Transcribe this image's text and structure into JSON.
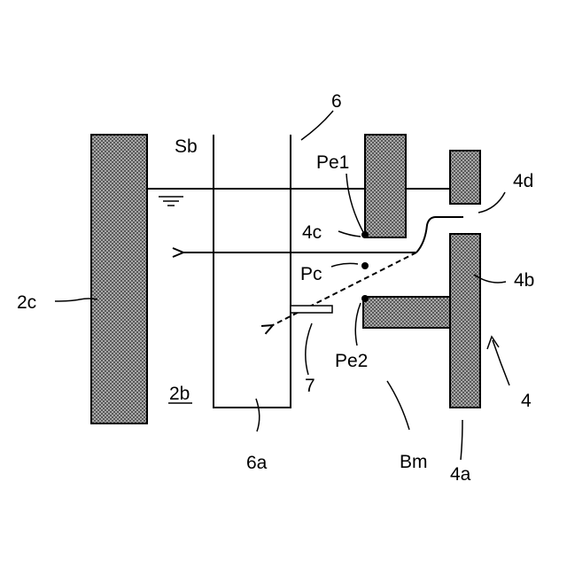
{
  "figure": {
    "labels": {
      "label_6": "6",
      "label_sb": "Sb",
      "label_pe1": "Pe1",
      "label_4d": "4d",
      "label_4c": "4c",
      "label_pc": "Pc",
      "label_4b": "4b",
      "label_2c": "2c",
      "label_7": "7",
      "label_pe2": "Pe2",
      "label_2b": "2b",
      "label_4": "4",
      "label_6a": "6a",
      "label_bm": "Bm",
      "label_4a": "4a"
    }
  },
  "colors": {
    "hatch_fill": "#8c8c8c",
    "stroke": "#000000",
    "background": "#ffffff"
  }
}
